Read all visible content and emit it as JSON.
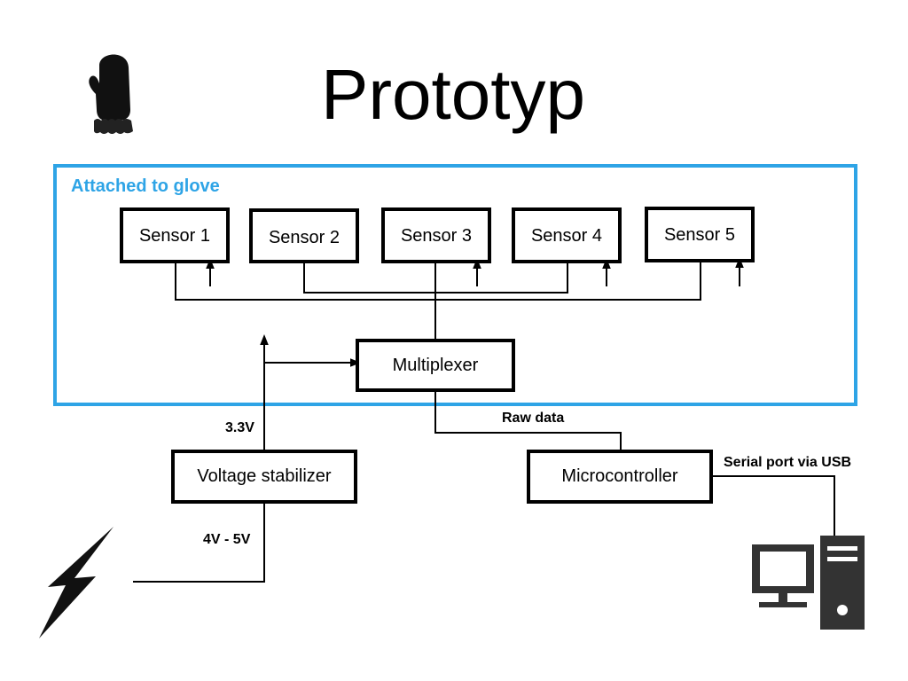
{
  "title": "Prototyp",
  "glove_group": {
    "label": "Attached to glove",
    "border_color": "#2ea4e6"
  },
  "sensors": [
    "Sensor 1",
    "Sensor 2",
    "Sensor 3",
    "Sensor 4",
    "Sensor 5"
  ],
  "multiplexer": "Multiplexer",
  "voltage_stabilizer": "Voltage stabilizer",
  "microcontroller": "Microcontroller",
  "labels": {
    "regulated_voltage": "3.3V",
    "input_voltage": "4V - 5V",
    "raw_data": "Raw data",
    "serial_link": "Serial port via USB"
  },
  "icons": {
    "glove": "mitten-icon",
    "power": "lightning-bolt-icon",
    "computer": "desktop-computer-icon"
  }
}
